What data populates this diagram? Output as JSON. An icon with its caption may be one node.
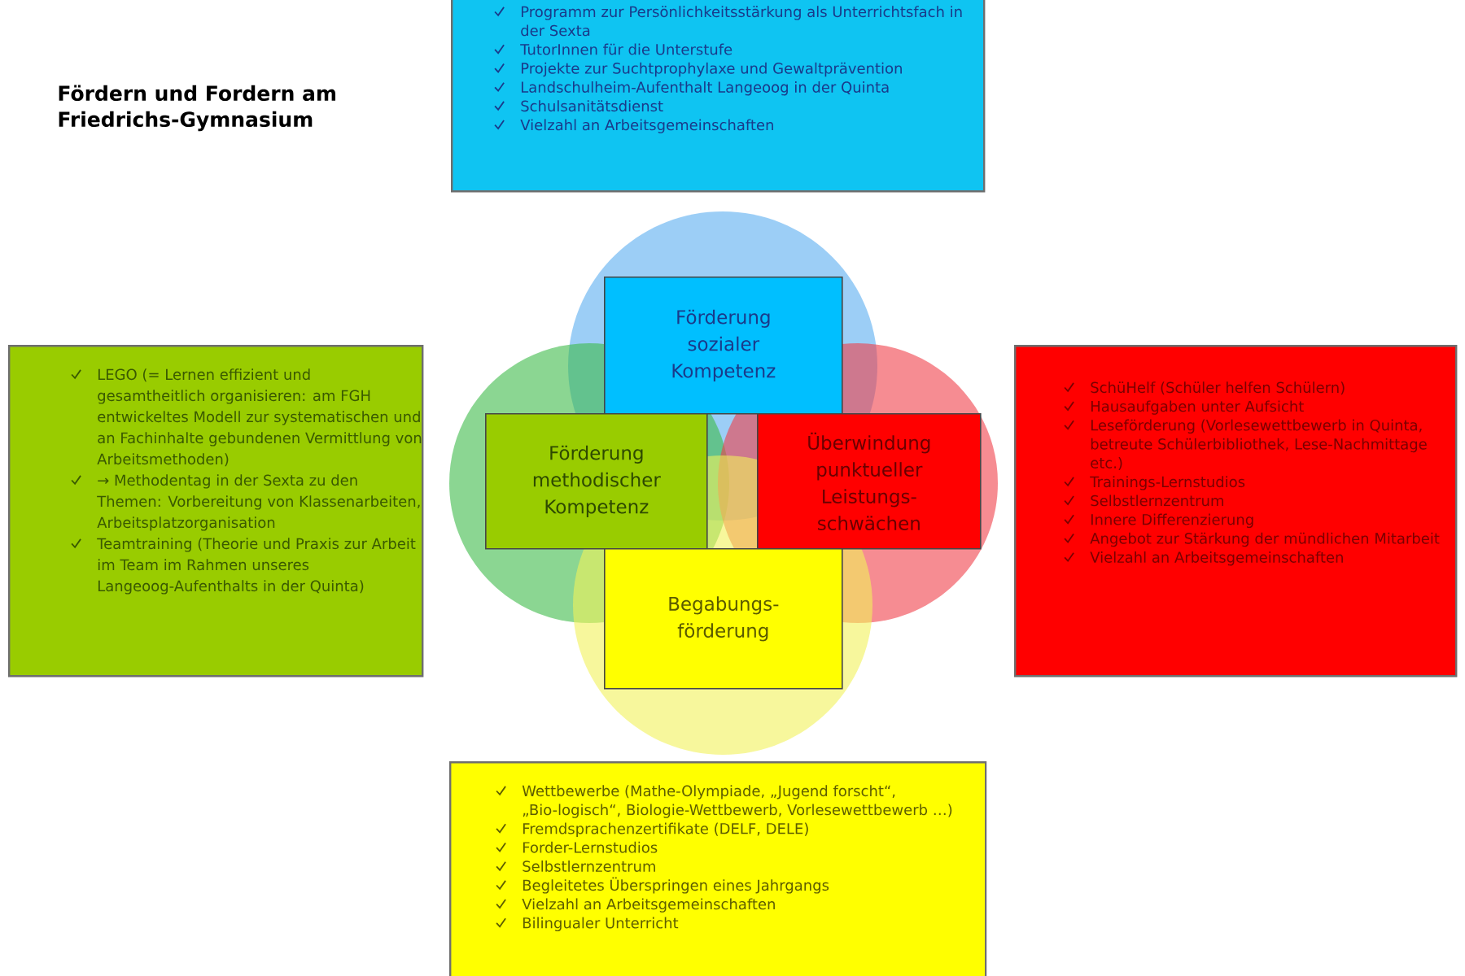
{
  "diagram": {
    "title": "Fördern und Fordern am Friedrichs-Gymnasium",
    "nodes": [
      {
        "text": [
          "Programm zur Persönlichkeitsstärkung als Unterrichtsfach in der Sexta",
          "TutorInnen für die Unterstufe",
          "Projekte zur Suchtprophylaxe und Gewaltprävention",
          "Landschulheim-Aufenthalt Langeoog in der Quinta",
          "Schulsanitätsdienst",
          "Vielzahl an Arbeitsgemeinschaften"
        ]
      },
      {
        "text": [
          "LEGO (= Lernen effizient und gesamtheitlich organisieren: am FGH entwickeltes Modell zur systematischen und an Fachinhalte gebundenen Vermittlung von Arbeitsmethoden)",
          "→ Methodentag in der Sexta zu den Themen: Vorbereitung von Klassenarbeiten, Arbeitsplatzorganisation",
          "Teamtraining (Theorie und Praxis zur Arbeit im Team im Rahmen unseres Langeoog-Aufenthalts in der Quinta)"
        ]
      },
      {
        "text": [
          "Förderung sozialer Kompetenz"
        ]
      },
      {
        "text": [
          "Förderung methodischer Kompetenz"
        ]
      },
      {
        "text": [
          "Überwindung punktueller Leistungs-schwächen"
        ]
      },
      {
        "text": [
          "SchüHelf (Schüler helfen Schülern)",
          "Hausaufgaben unter Aufsicht",
          "Leseförderung (Vorlesewettbewerb in Quinta, betreute Schülerbibliothek, Lese-Nachmittage etc.)",
          "Trainings-Lernstudios",
          "Selbstlernzentrum",
          "Innere Differenzierung",
          "Angebot zur Stärkung der mündlichen Mitarbeit",
          "Vielzahl an Arbeitsgemeinschaften"
        ]
      },
      {
        "text": [
          "Begabungs-förderung"
        ]
      },
      {
        "text": [
          "Wettbewerbe (Mathe-Olympiade, „Jugend forscht“, „Bio-logisch“, Biologie-Wettbewerb, Vorlesewettbewerb …)",
          "Fremdsprachenzertifikate (DELF, DELE)",
          "Forder-Lernstudios",
          "Selbstlernzentrum",
          "Begleitetes Überspringen eines Jahrgangs",
          "Vielzahl an Arbeitsgemeinschaften",
          "Bilingualer Unterricht"
        ]
      }
    ]
  }
}
